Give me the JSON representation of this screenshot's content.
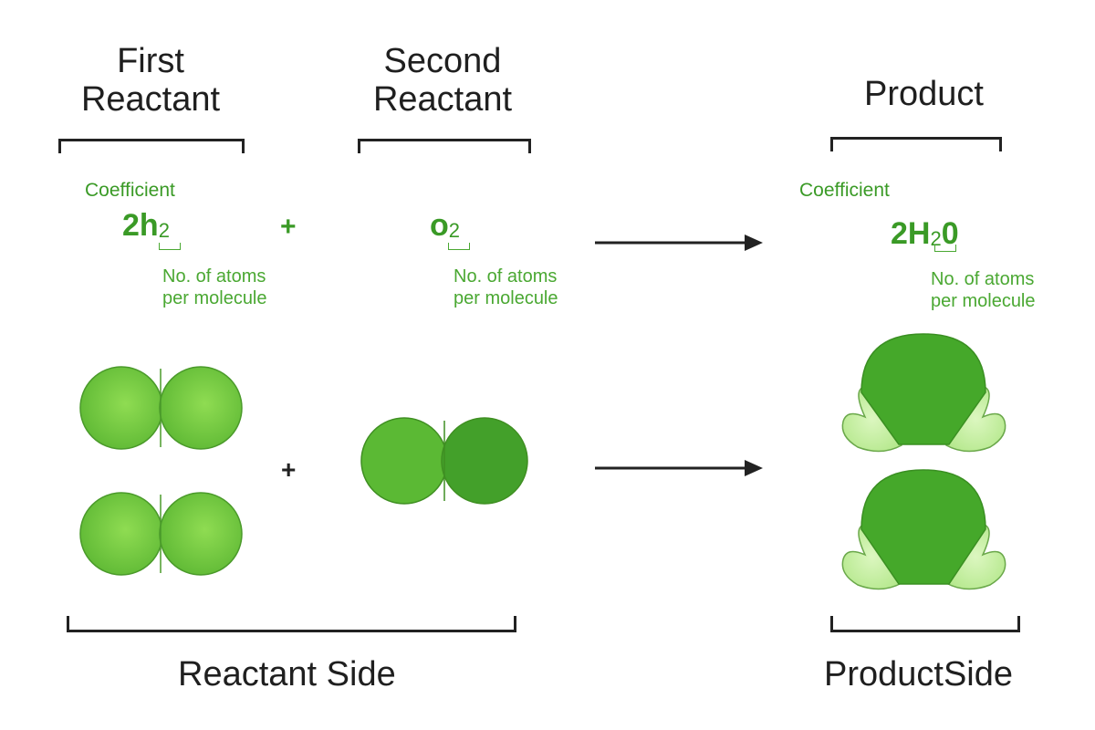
{
  "headings": {
    "first_reactant": [
      "First",
      "Reactant"
    ],
    "second_reactant": [
      "Second",
      "Reactant"
    ],
    "product": "Product"
  },
  "equation": {
    "first": {
      "coefficient_label": "Coefficient",
      "coefficient": "2",
      "symbol": "h",
      "subscript": "2",
      "atoms_label": [
        "No. of atoms",
        "per molecule"
      ]
    },
    "plus": "+",
    "second": {
      "symbol": "o",
      "subscript": "2",
      "atoms_label": [
        "No. of atoms",
        "per molecule"
      ]
    },
    "product": {
      "coefficient_label": "Coefficient",
      "formula_pre": "2H",
      "subscript": "2",
      "formula_post": "0",
      "atoms_label": [
        "No. of atoms",
        "per molecule"
      ]
    }
  },
  "molecule_row": {
    "plus": "+"
  },
  "bottom_labels": {
    "reactant_side": "Reactant Side",
    "product_side": "ProductSide"
  },
  "colors": {
    "hydrogen": "#6cc43c",
    "oxygen": "#4eab2e",
    "water_center": "#45a82a",
    "water_lobes": "#c8f0a6",
    "text_green": "#3a9a26",
    "dark": "#1f1f1f"
  }
}
